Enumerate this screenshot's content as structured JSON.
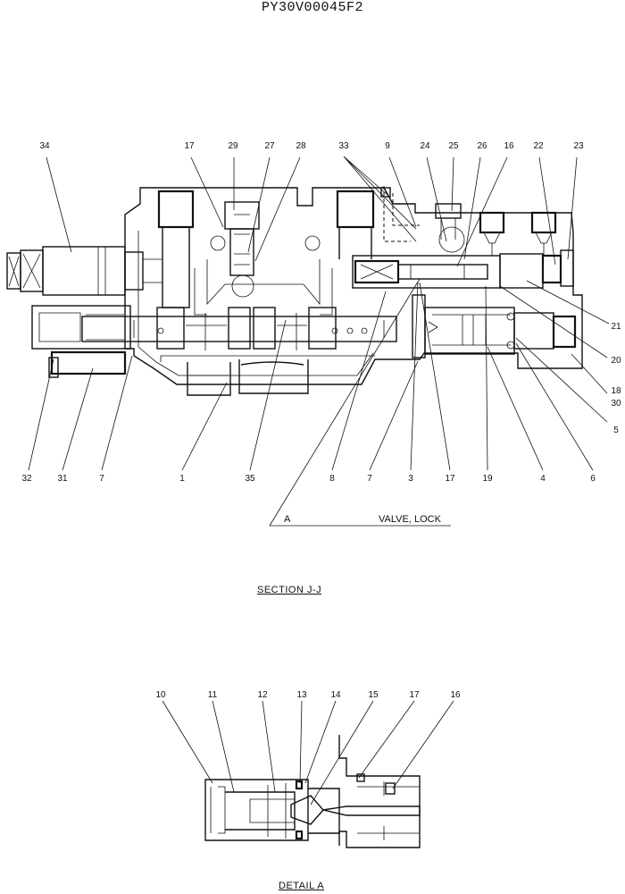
{
  "document_id": "PY30V00045F2",
  "section_caption": "SECTION  J-J",
  "detail_caption": "DETAIL  A",
  "detail_marker": {
    "letter": "A",
    "label": "VALVE, LOCK"
  },
  "section_callouts": {
    "top": [
      "34",
      "17",
      "29",
      "27",
      "28",
      "33",
      "9",
      "24",
      "25",
      "26",
      "16",
      "22",
      "23"
    ],
    "right": [
      "21",
      "20",
      "18",
      "30",
      "5"
    ],
    "bottom": [
      "32",
      "31",
      "7",
      "1",
      "35",
      "8",
      "7",
      "3",
      "17",
      "19",
      "4",
      "6"
    ]
  },
  "detail_callouts": [
    "10",
    "11",
    "12",
    "13",
    "14",
    "15",
    "17",
    "16"
  ]
}
